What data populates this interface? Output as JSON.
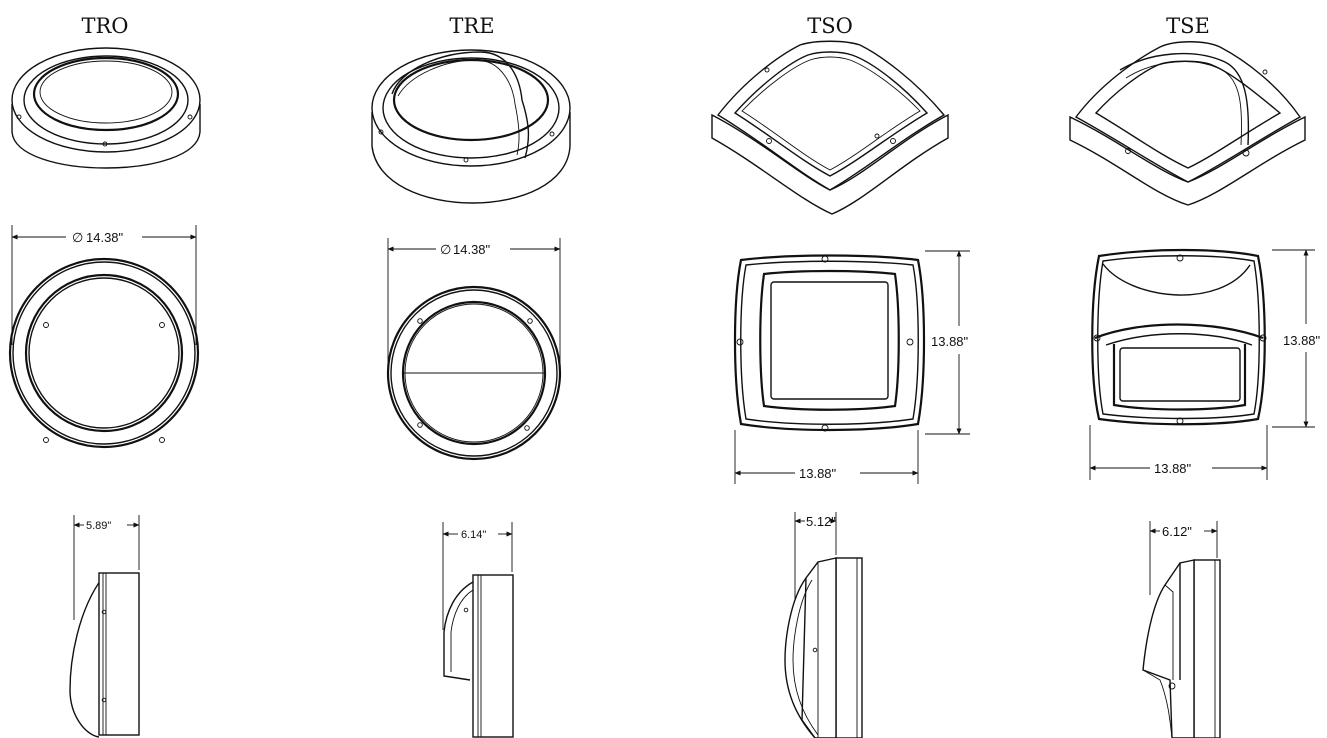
{
  "products": [
    {
      "code": "TRO",
      "diameter": "14.38\"",
      "depth": "5.89\""
    },
    {
      "code": "TRE",
      "diameter": "14.38\"",
      "depth": "6.14\""
    },
    {
      "code": "TSO",
      "width": "13.88\"",
      "height": "13.88\"",
      "depth": "5.12\""
    },
    {
      "code": "TSE",
      "width": "13.88\"",
      "height": "13.88\"",
      "depth": "6.12\""
    }
  ],
  "symbols": {
    "diameter": "∅"
  }
}
